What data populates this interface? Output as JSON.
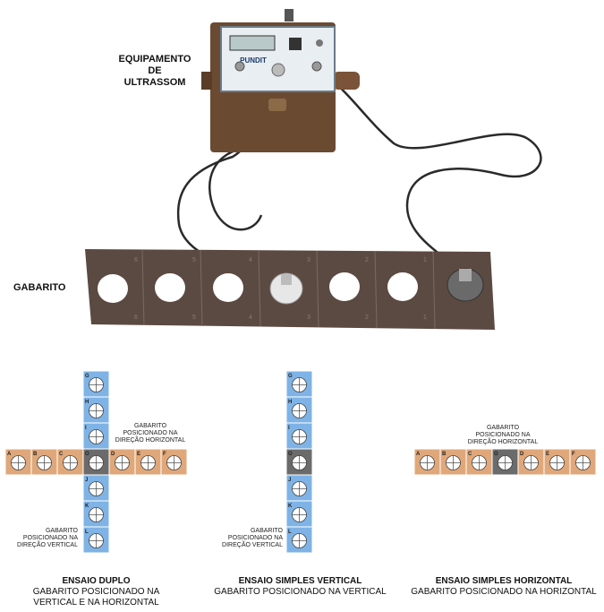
{
  "photo": {
    "equipment_label_lines": [
      "EQUIPAMENTO",
      "DE",
      "ULTRASSOM"
    ],
    "gabarito_label": "GABARITO",
    "device_brand": "PUNDIT",
    "plate_numbers_top": [
      "6",
      "5",
      "4",
      "3",
      "2",
      "1"
    ],
    "plate_numbers_bottom": [
      "6",
      "5",
      "4",
      "3",
      "2",
      "1"
    ]
  },
  "diagrams": {
    "duplo": {
      "vertical_labels": [
        "G",
        "H",
        "I",
        "O",
        "J",
        "K",
        "L"
      ],
      "horizontal_labels": [
        "A",
        "B",
        "C",
        "O",
        "D",
        "E",
        "F"
      ],
      "note_horizontal_lines": [
        "GABARITO",
        "POSICIONADO NA",
        "DIREÇÃO HORIZONTAL"
      ],
      "note_vertical_lines": [
        "GABARITO",
        "POSICIONADO NA",
        "DIREÇÃO VERTICAL"
      ],
      "caption_title": "ENSAIO DUPLO",
      "caption_lines": [
        "GABARITO POSICIONADO NA",
        "VERTICAL E NA HORIZONTAL"
      ]
    },
    "vertical": {
      "vertical_labels": [
        "G",
        "H",
        "I",
        "O",
        "J",
        "K",
        "L"
      ],
      "note_vertical_lines": [
        "GABARITO",
        "POSICIONADO NA",
        "DIREÇÃO VERTICAL"
      ],
      "caption_title": "ENSAIO SIMPLES VERTICAL",
      "caption_lines": [
        "GABARITO POSICIONADO NA VERTICAL"
      ]
    },
    "horizontal": {
      "horizontal_labels": [
        "A",
        "B",
        "C",
        "O",
        "D",
        "E",
        "F"
      ],
      "note_horizontal_lines": [
        "GABARITO",
        "POSICIONADO NA",
        "DIREÇÃO HORIZONTAL"
      ],
      "caption_title": "ENSAIO SIMPLES HORIZONTAL",
      "caption_lines": [
        "GABARITO POSICIONADO NA HORIZONTAL"
      ]
    }
  },
  "colors": {
    "vertical_strip": "#7fb3e6",
    "horizontal_strip": "#e0a87a",
    "center_cell": "#6b6b6b",
    "plate": "#5b4a42",
    "case": "#6b4a32"
  }
}
